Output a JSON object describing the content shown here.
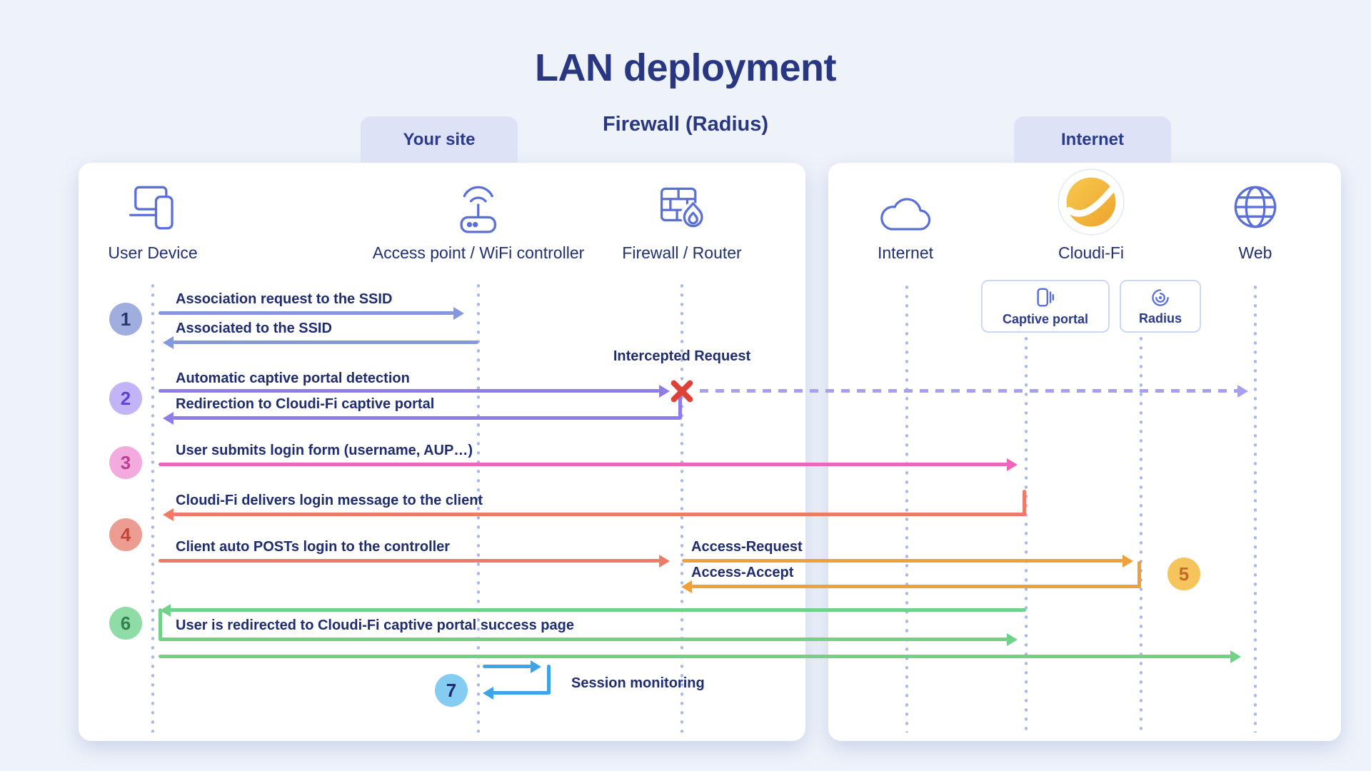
{
  "title": "LAN deployment",
  "subtitle": "Firewall (Radius)",
  "tabs": {
    "site": "Your site",
    "internet": "Internet"
  },
  "actors": {
    "user_device": "User Device",
    "access_point": "Access point / WiFi controller",
    "firewall": "Firewall / Router",
    "internet": "Internet",
    "cloudifi": "Cloudi-Fi",
    "web": "Web"
  },
  "services": {
    "captive_portal": "Captive portal",
    "radius": "Radius"
  },
  "steps": {
    "s1": "1",
    "s2": "2",
    "s3": "3",
    "s4": "4",
    "s5": "5",
    "s6": "6",
    "s7": "7"
  },
  "messages": {
    "assoc_request": "Association request to the SSID",
    "assoc_ok": "Associated to the SSID",
    "intercepted": "Intercepted Request",
    "captive_detect": "Automatic captive portal detection",
    "redirect": "Redirection to Cloudi-Fi captive portal",
    "login_form": "User submits login form (username, AUP…)",
    "login_msg": "Cloudi-Fi delivers login message to the client",
    "auto_post": "Client auto POSTs login to the controller",
    "access_request": "Access-Request",
    "access_accept": "Access-Accept",
    "success_page": "User is redirected to Cloudi-Fi captive portal success page",
    "session": "Session monitoring"
  },
  "icons": {
    "user_device": "laptop-phone-icon",
    "access_point": "wifi-router-icon",
    "firewall": "brick-wall-flame-icon",
    "internet": "cloud-icon",
    "cloudifi": "cloudifi-logo-icon",
    "web": "globe-icon",
    "captive_portal": "phone-signal-icon",
    "radius": "target-swirl-icon",
    "blocked": "red-x-icon"
  },
  "colors": {
    "background": "#eef2f9",
    "panel": "#ffffff",
    "tab": "#dde2f6",
    "heading": "#293781",
    "text": "#1f2d6e",
    "icon_stroke": "#5b6fd8",
    "lifeline": "#a9b7ea",
    "step1": "#8598de",
    "step2": "#8f7ce8",
    "step2_dashed": "#a79ff0",
    "step3": "#ee66ba",
    "step4": "#ed7b68",
    "step5": "#eda03c",
    "step6": "#6fd288",
    "step7": "#3fa3e8",
    "x_mark": "#de4237",
    "logo_gold": "#f2b134"
  }
}
